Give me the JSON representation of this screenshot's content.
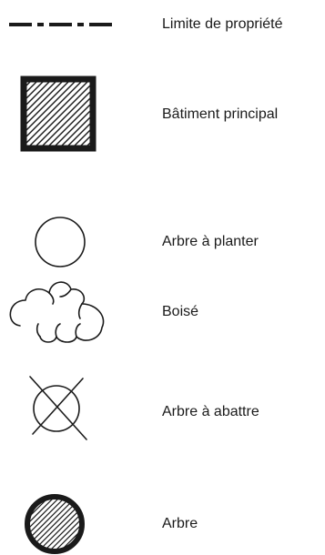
{
  "legend": {
    "items": [
      {
        "symbol": "property-line-dash-dot-icon",
        "label": "Limite de propriété"
      },
      {
        "symbol": "hatched-square-building-icon",
        "label": "Bâtiment principal"
      },
      {
        "symbol": "empty-circle-tree-icon",
        "label": "Arbre à planter"
      },
      {
        "symbol": "cloud-woodland-icon",
        "label": "Boisé"
      },
      {
        "symbol": "crossed-circle-tree-icon",
        "label": "Arbre à abattre"
      },
      {
        "symbol": "hatched-circle-tree-icon",
        "label": "Arbre"
      }
    ]
  },
  "colors": {
    "ink": "#1a1a1a",
    "background": "#ffffff"
  }
}
